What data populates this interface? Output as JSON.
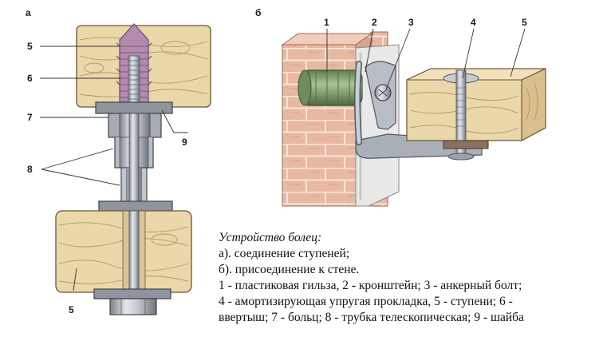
{
  "panels": {
    "a": "а",
    "b": "б"
  },
  "left_labels": {
    "l5_top": "5",
    "l6": "6",
    "l7": "7",
    "l8": "8",
    "l9": "9",
    "l5_bottom": "5"
  },
  "right_labels": {
    "r1": "1",
    "r2": "2",
    "r3": "3",
    "r4": "4",
    "r5": "5"
  },
  "caption": {
    "title": "Устройство болец:",
    "lines": [
      "а). соединение ступеней;",
      "б). присоединение к стене.",
      "1 - пластиковая гильза, 2 - кронштейн; 3 - анкерный болт;",
      "4 - амортизирующая упругая прокладка, 5 - ступени; 6 -",
      "ввертыш; 7 - больц; 8 - трубка телескопическая; 9 - шайба"
    ]
  },
  "colors": {
    "wood": "#e9d6a8",
    "wood_grain": "#b89a62",
    "brick": "#e8b9a4",
    "mortar": "#f5e2d6",
    "sleeve": "#8fae7c",
    "plastic_insert": "#b58ab0",
    "metal": "#c9cdd3",
    "metal_dark": "#8e949c"
  }
}
